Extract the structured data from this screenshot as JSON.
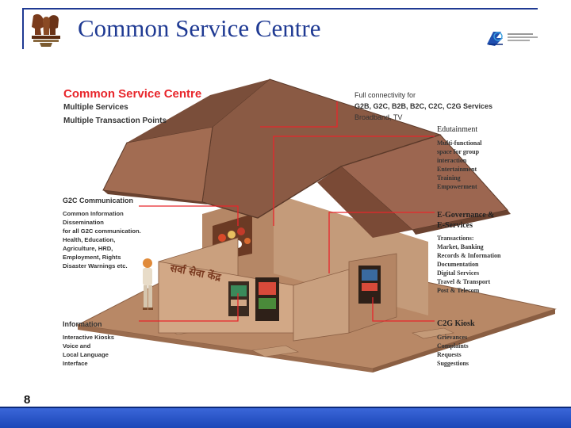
{
  "slide": {
    "title": "Common Service Centre",
    "page_number": "8"
  },
  "diagram": {
    "heading": "Common Service Centre",
    "subheadings": [
      "Multiple Services",
      "Multiple Transaction Points"
    ],
    "connectivity": {
      "line1": "Full connectivity for",
      "line2": "G2B, G2C, B2B, B2C, C2C, C2G Services",
      "line3": "Broadband, TV"
    },
    "edutainment": {
      "heading": "Edutainment",
      "items": [
        "Multi-functional",
        "space for group",
        "interaction",
        "Entertainment",
        "Training",
        "Empowerment"
      ]
    },
    "g2c": {
      "heading": "G2C Communication",
      "items": [
        "Common Information",
        "Dissemination",
        "for all G2C communication.",
        "Health, Education,",
        "Agriculture, HRD,",
        "Employment, Rights",
        "Disaster Warnings etc."
      ]
    },
    "egov": {
      "heading_line1": "E-Governance &",
      "heading_line2": "E-Services",
      "items": [
        "Transactions:",
        "Market, Banking",
        "Records & Information",
        "Documentation",
        "Digital Services",
        "Travel & Transport",
        "Post & Telecom"
      ]
    },
    "information": {
      "heading": "Information",
      "items": [
        "Interactive Kiosks",
        "Voice and",
        "Local Language",
        "Interface"
      ]
    },
    "c2g": {
      "heading": "C2G Kiosk",
      "items": [
        "Grievances",
        "Complaints",
        "Requests",
        "Suggestions"
      ]
    },
    "wall_sign": "सर्वा सेवा केंद्र"
  },
  "colors": {
    "title_blue": "#1f3a93",
    "accent_red": "#e8262b",
    "roof": "#8a5a44",
    "wall": "#c79c7a",
    "floor": "#b98a68"
  },
  "icons": {
    "emblem": "national-emblem-icon",
    "egov_logo": "egov-logo-icon"
  }
}
